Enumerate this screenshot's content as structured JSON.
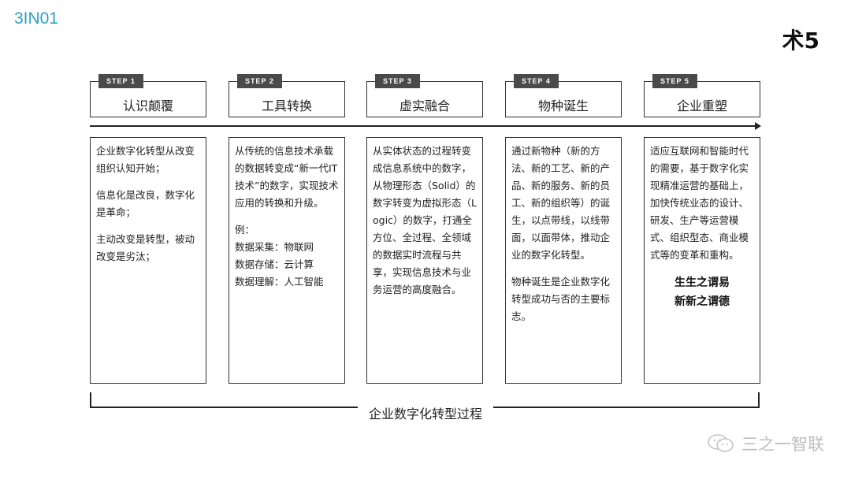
{
  "logo": "3IN01",
  "corner_title": "术5",
  "steps": [
    {
      "tag": "STEP 1",
      "title": "认识颠覆"
    },
    {
      "tag": "STEP 2",
      "title": "工具转换"
    },
    {
      "tag": "STEP 3",
      "title": "虚实融合"
    },
    {
      "tag": "STEP 4",
      "title": "物种诞生"
    },
    {
      "tag": "STEP 5",
      "title": "企业重塑"
    }
  ],
  "cards": [
    {
      "paragraphs": [
        "企业数字化转型从改变组织认知开始；",
        "信息化是改良，数字化是革命；",
        "主动改变是转型，被动改变是劣汰；"
      ]
    },
    {
      "paragraphs": [
        "从传统的信息技术承载的数据转变成“新一代IT技术”的数字，实现技术应用的转换和升级。"
      ],
      "example_label": "例：",
      "examples": [
        "数据采集：物联网",
        "数据存储：云计算",
        "数据理解：人工智能"
      ]
    },
    {
      "paragraphs": [
        "从实体状态的过程转变成信息系统中的数字，从物理形态（Solid）的数字转变为虚拟形态（Logic）的数字，打通全方位、全过程、全领域的数据实时流程与共享，实现信息技术与业务运营的高度融合。"
      ]
    },
    {
      "paragraphs": [
        "通过新物种（新的方法、新的工艺、新的产品、新的服务、新的员工、新的组织等）的诞生，以点带线，以线带面，以面带体，推动企业的数字化转型。",
        "物种诞生是企业数字化转型成功与否的主要标志。"
      ]
    },
    {
      "paragraphs": [
        "适应互联网和智能时代的需要，基于数字化实现精准运营的基础上，加快传统业态的设计、研发、生产等运营模式、组织型态、商业模式等的变革和重构。"
      ],
      "motto": [
        "生生之谓易",
        "新新之谓德"
      ]
    }
  ],
  "process_label": "企业数字化转型过程",
  "watermark": {
    "text": "三之一智联",
    "icon": "wechat-icon"
  }
}
